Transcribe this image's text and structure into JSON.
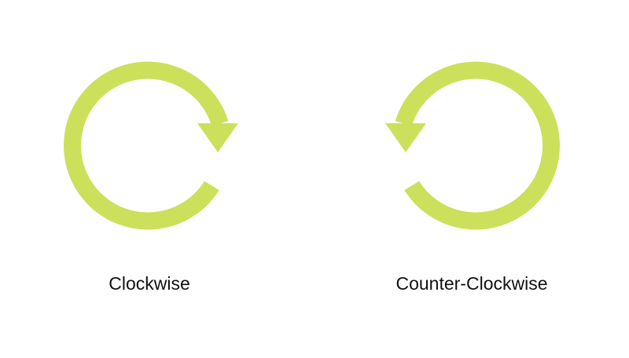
{
  "colors": {
    "arrow": "#cde05b",
    "text": "#111111"
  },
  "diagrams": [
    {
      "label": "Clockwise",
      "direction": "clockwise"
    },
    {
      "label": "Counter-Clockwise",
      "direction": "counter-clockwise"
    }
  ]
}
